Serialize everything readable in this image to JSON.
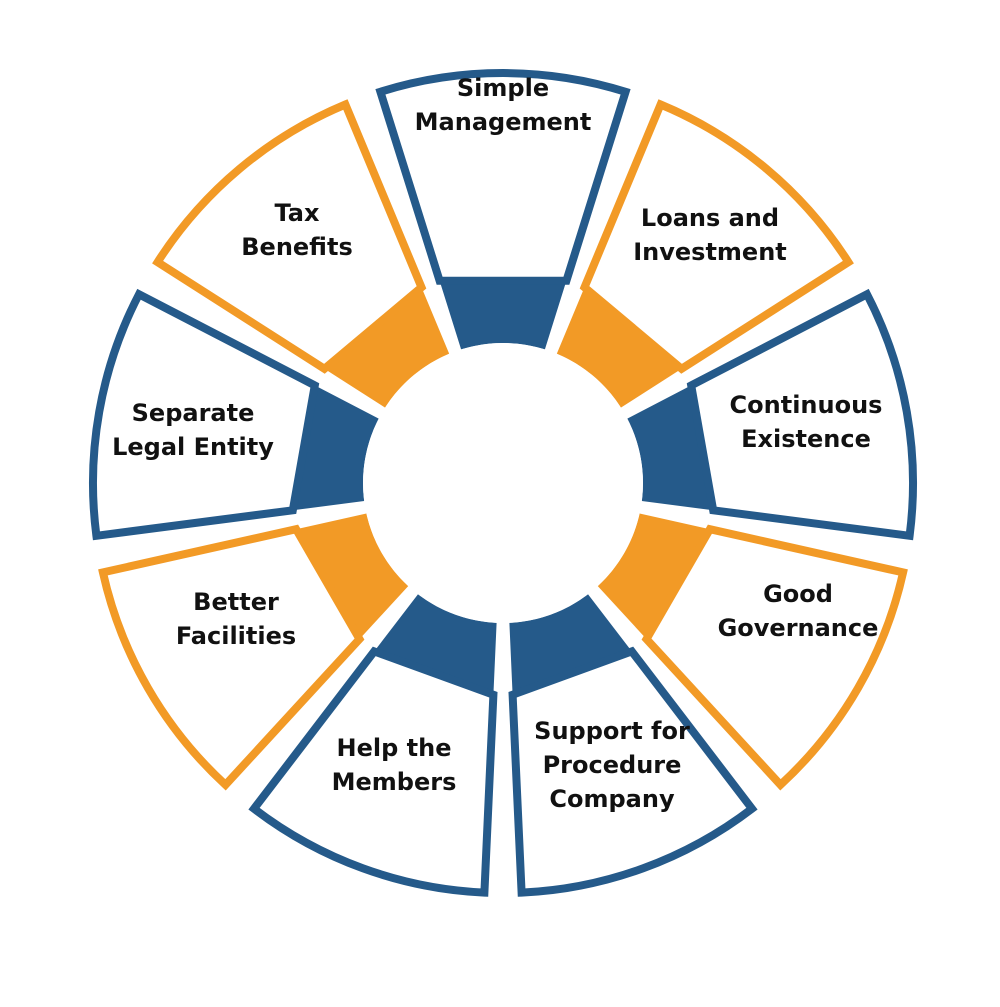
{
  "colors": {
    "blue": "#255a8a",
    "orange": "#f29a26",
    "background": "#ffffff",
    "text": "#111111"
  },
  "segments": [
    {
      "id": "simple-management",
      "color": "blue",
      "lines": [
        "Simple",
        "Management"
      ]
    },
    {
      "id": "loans-investment",
      "color": "orange",
      "lines": [
        "Loans and",
        "Investment"
      ]
    },
    {
      "id": "continuous-existence",
      "color": "blue",
      "lines": [
        "Continuous",
        "Existence"
      ]
    },
    {
      "id": "good-governance",
      "color": "orange",
      "lines": [
        "Good",
        "Governance"
      ]
    },
    {
      "id": "support-procedure",
      "color": "blue",
      "lines": [
        "Support for",
        "Procedure",
        "Company"
      ]
    },
    {
      "id": "help-members",
      "color": "blue",
      "lines": [
        "Help the",
        "Members"
      ]
    },
    {
      "id": "better-facilities",
      "color": "orange",
      "lines": [
        "Better",
        "Facilities"
      ]
    },
    {
      "id": "separate-legal",
      "color": "blue",
      "lines": [
        "Separate",
        "Legal Entity"
      ]
    },
    {
      "id": "tax-benefits",
      "color": "orange",
      "lines": [
        "Tax",
        "Benefits"
      ]
    }
  ]
}
